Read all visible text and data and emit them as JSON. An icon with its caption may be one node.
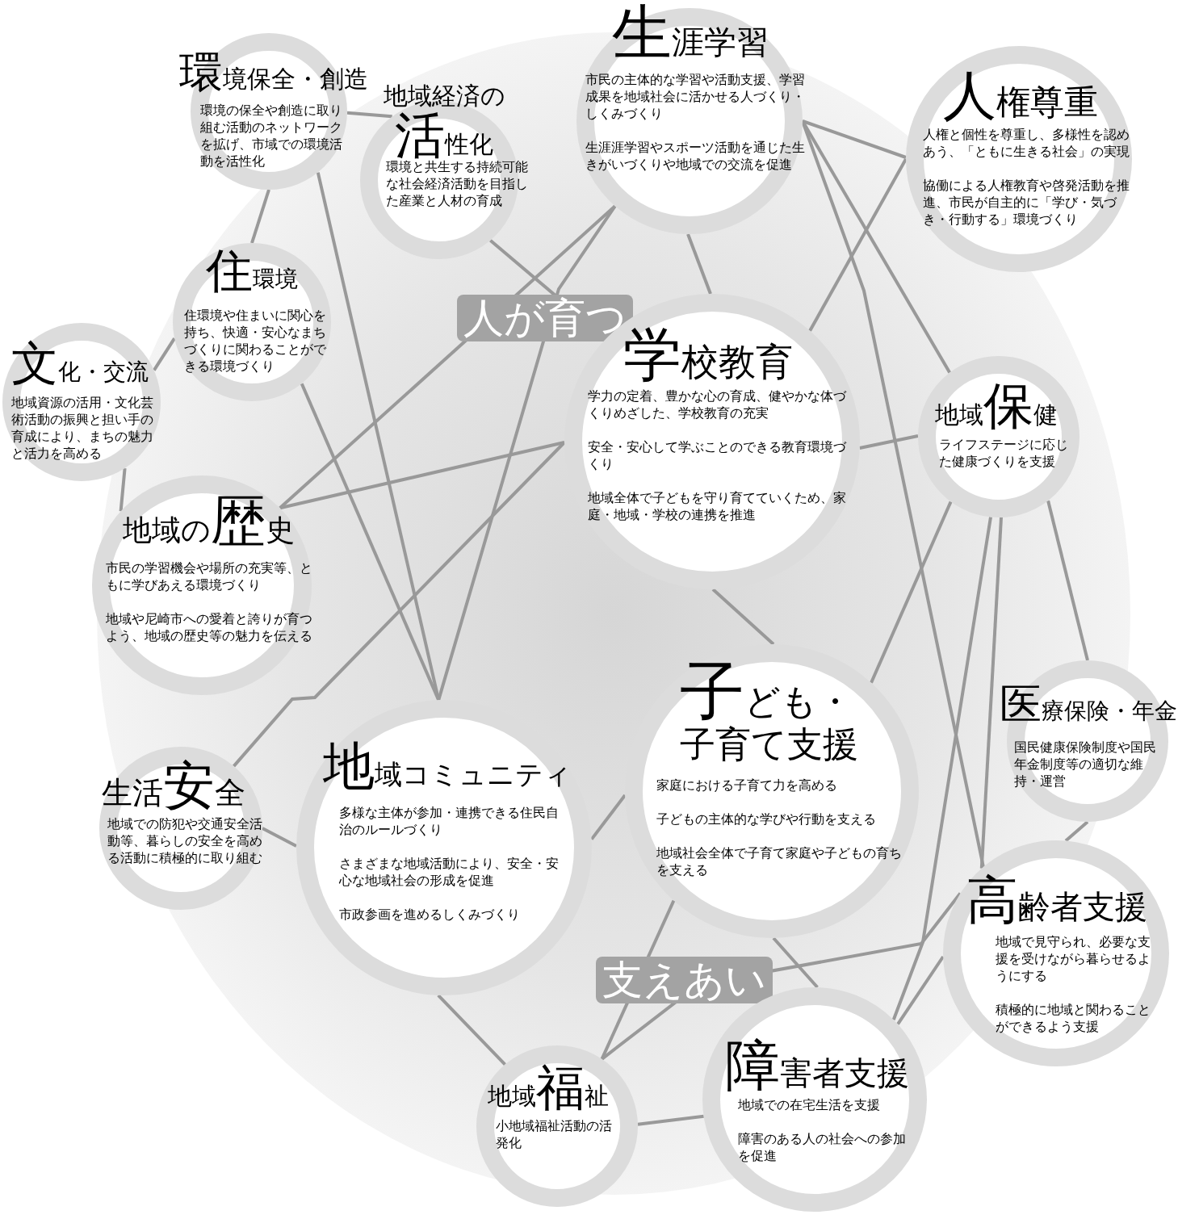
{
  "diagram": {
    "nodes": [
      {
        "text": [
          "**環**境保全・創造",
          "環境の保全や創造に取り組む活動のネットワークを拡げ、市域での環境活動を活性化"
        ]
      },
      {
        "text": [
          "地域経済の**活**性化",
          "環境と共生する持続可能な社会経済活動を目指した産業と人材の育成"
        ]
      },
      {
        "text": [
          "**生**涯学習",
          "市民の主体的な学習や活動支援、学習成果を地域社会に活かせる人づくり・しくみづくり",
          "生涯涯学習やスポーツ活動を通じた生きがいづくりや地域での交流を促進"
        ]
      },
      {
        "text": [
          "**人**権尊重",
          "人権と個性を尊重し、多様性を認めあう、「ともに生きる社会」の実現",
          "協働による人権教育や啓発活動を推進、市民が自主的に「学び・気づき・行動する」環境づくり"
        ]
      },
      {
        "text": [
          "**住**環境",
          "住環境や住まいに関心を持ち、快適・安心なまちづくりに関わることができる環境づくり"
        ]
      },
      {
        "text": [
          "**文**化・交流",
          "地域資源の活用・文化芸術活動の振興と担い手の育成により、まちの魅力と活力を高める"
        ]
      },
      {
        "text": [
          "**学**校教育",
          "学力の定着、豊かな心の育成、健やかな体づくりめざした、学校教育の充実",
          "安全・安心して学ぶことのできる教育環境づくり",
          "地域全体で子どもを守り育てていくため、家庭・地域・学校の連携を推進"
        ]
      },
      {
        "text": [
          "地域**保**健",
          "ライフステージに応じた健康づくりを支援"
        ]
      },
      {
        "text": [
          "地域の**歴**史",
          "市民の学習機会や場所の充実等、ともに学びあえる環境づくり",
          "地域や尼崎市への愛着と誇りが育つよう、地域の歴史等の魅力を伝える"
        ]
      },
      {
        "text": [
          "生活**安**全",
          "地域での防犯や交通安全活動等、暮らしの安全を高める活動に積極的に取り組む"
        ]
      },
      {
        "text": [
          "**地**域コミュニティ",
          "多様な主体が参加・連携できる住民自治のルールづくり",
          "さまざまな地域活動により、安全・安心な地域社会の形成を促進",
          "市政参画を進めるしくみづくり"
        ]
      },
      {
        "text": [
          "**子**ども・子育て支援",
          "家庭における子育て力を高める",
          "子どもの主体的な学びや行動を支える",
          "地域社会全体で子育て家庭や子どもの育ちを支える"
        ]
      },
      {
        "text": [
          "**医**療保険・年金",
          "国民健康保険制度や国民年金制度等の適切な維持・運営"
        ]
      },
      {
        "text": [
          "**高**齢者支援",
          "地域で見守られ、必要な支援を受けながら暮らせるようにする",
          "積極的に地域と関わることができるよう支援"
        ]
      },
      {
        "text": [
          "地域**福**祉",
          "小地域福祉活動の活発化"
        ]
      },
      {
        "text": [
          "**障**害者支援",
          "地域での在宅生活を支援",
          "障害のある人の社会への参加を促進"
        ]
      }
    ],
    "edges": [
      {
        "from": 0,
        "to": 1,
        "arrow": "none"
      },
      {
        "from": 0,
        "to": 4,
        "arrow": "none"
      },
      {
        "from": 0,
        "to": 10,
        "arrow": "none"
      },
      {
        "from": 1,
        "to": 6,
        "arrow": "none"
      },
      {
        "from": 2,
        "to": 3,
        "arrow": "none"
      },
      {
        "from": 2,
        "to": 6,
        "arrow": "none"
      },
      {
        "from": 2,
        "to": 7,
        "arrow": "none"
      },
      {
        "from": 2,
        "to": 8,
        "arrow": "none"
      },
      {
        "from": 2,
        "to": 10,
        "arrow": "none"
      },
      {
        "from": 2,
        "to": 13,
        "arrow": "none"
      },
      {
        "from": 3,
        "to": 6,
        "arrow": "none"
      },
      {
        "from": 4,
        "to": 5,
        "arrow": "none"
      },
      {
        "from": 4,
        "to": 10,
        "arrow": "none"
      },
      {
        "from": 5,
        "to": 8,
        "arrow": "none"
      },
      {
        "from": 6,
        "to": 7,
        "arrow": "none"
      },
      {
        "from": 6,
        "to": 8,
        "arrow": "none"
      },
      {
        "from": 6,
        "to": 9,
        "arrow": "none"
      },
      {
        "from": 6,
        "to": 11,
        "arrow": "none"
      },
      {
        "from": 7,
        "to": 11,
        "arrow": "none"
      },
      {
        "from": 7,
        "to": 12,
        "arrow": "none"
      },
      {
        "from": 7,
        "to": 13,
        "arrow": "none"
      },
      {
        "from": 7,
        "to": 15,
        "arrow": "none"
      },
      {
        "from": 9,
        "to": 10,
        "arrow": "none"
      },
      {
        "from": 10,
        "to": 11,
        "arrow": "none"
      },
      {
        "from": 10,
        "to": 14,
        "arrow": "none"
      },
      {
        "from": 11,
        "to": 14,
        "arrow": "none"
      },
      {
        "from": 11,
        "to": 15,
        "arrow": "none"
      },
      {
        "from": 12,
        "to": 13,
        "arrow": "none"
      },
      {
        "from": 13,
        "to": 14,
        "arrow": "none"
      },
      {
        "from": 13,
        "to": 15,
        "arrow": "none"
      },
      {
        "from": 14,
        "to": 15,
        "arrow": "none"
      }
    ],
    "labels": [
      "人が育つ",
      "支えあい"
    ]
  }
}
